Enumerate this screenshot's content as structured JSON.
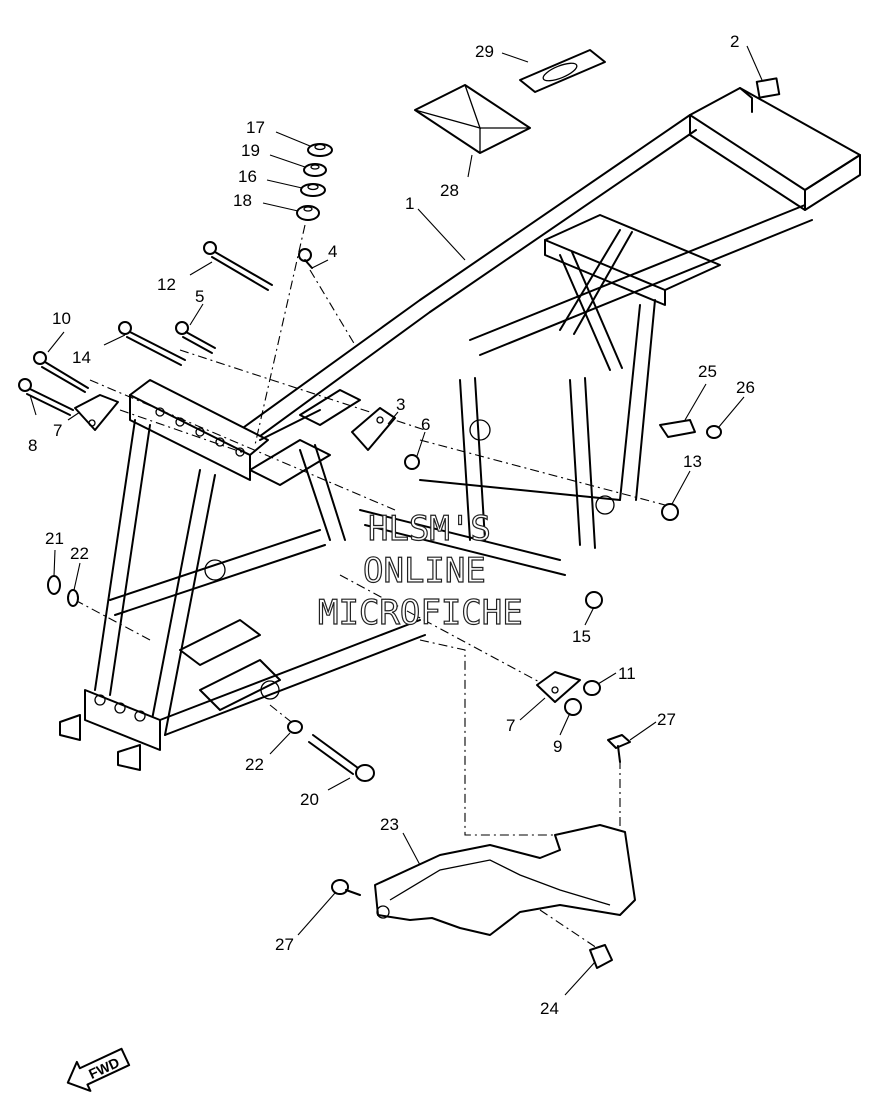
{
  "callouts": [
    {
      "id": "p1",
      "text": "1"
    },
    {
      "id": "p2",
      "text": "2"
    },
    {
      "id": "p3",
      "text": "3"
    },
    {
      "id": "p4",
      "text": "4"
    },
    {
      "id": "p5",
      "text": "5"
    },
    {
      "id": "p6",
      "text": "6"
    },
    {
      "id": "p7a",
      "text": "7"
    },
    {
      "id": "p7b",
      "text": "7"
    },
    {
      "id": "p8",
      "text": "8"
    },
    {
      "id": "p9",
      "text": "9"
    },
    {
      "id": "p10",
      "text": "10"
    },
    {
      "id": "p11",
      "text": "11"
    },
    {
      "id": "p12",
      "text": "12"
    },
    {
      "id": "p13",
      "text": "13"
    },
    {
      "id": "p14",
      "text": "14"
    },
    {
      "id": "p15",
      "text": "15"
    },
    {
      "id": "p16",
      "text": "16"
    },
    {
      "id": "p17",
      "text": "17"
    },
    {
      "id": "p18",
      "text": "18"
    },
    {
      "id": "p19",
      "text": "19"
    },
    {
      "id": "p20",
      "text": "20"
    },
    {
      "id": "p21",
      "text": "21"
    },
    {
      "id": "p22a",
      "text": "22"
    },
    {
      "id": "p22b",
      "text": "22"
    },
    {
      "id": "p23",
      "text": "23"
    },
    {
      "id": "p24",
      "text": "24"
    },
    {
      "id": "p25",
      "text": "25"
    },
    {
      "id": "p26",
      "text": "26"
    },
    {
      "id": "p27a",
      "text": "27"
    },
    {
      "id": "p27b",
      "text": "27"
    },
    {
      "id": "p28",
      "text": "28"
    },
    {
      "id": "p29",
      "text": "29"
    }
  ],
  "watermark": {
    "line1": "HLSM'S",
    "line2": "ONLINE",
    "line3": "MICROFICHE"
  },
  "fwd_label": "FWD"
}
